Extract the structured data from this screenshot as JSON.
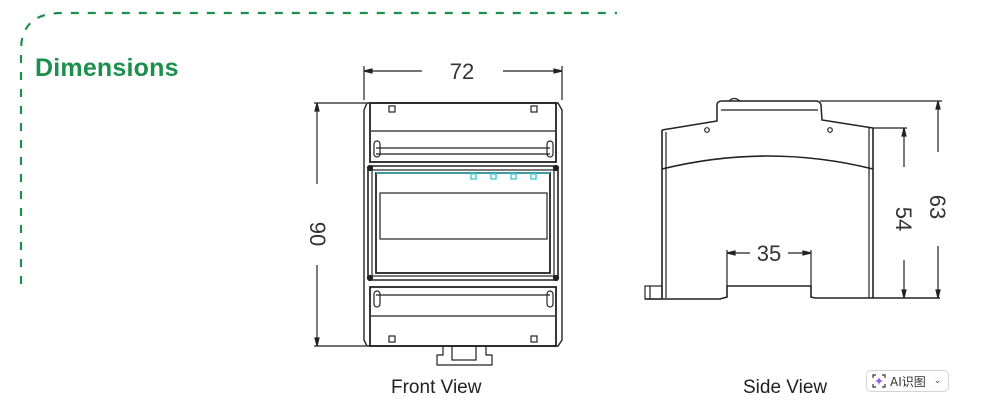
{
  "section": {
    "title": "Dimensions",
    "accent_color": "#1d8f4c"
  },
  "front_view": {
    "caption": "Front View",
    "width_label": "72",
    "height_label": "90",
    "led_color": "#3cc6d0"
  },
  "side_view": {
    "caption": "Side View",
    "total_depth_label": "63",
    "body_depth_label": "54",
    "rail_width_label": "35"
  },
  "ai_badge": {
    "label": "AI识图",
    "icon": "ai-scan-icon",
    "chevron": "chevron-down-icon"
  }
}
